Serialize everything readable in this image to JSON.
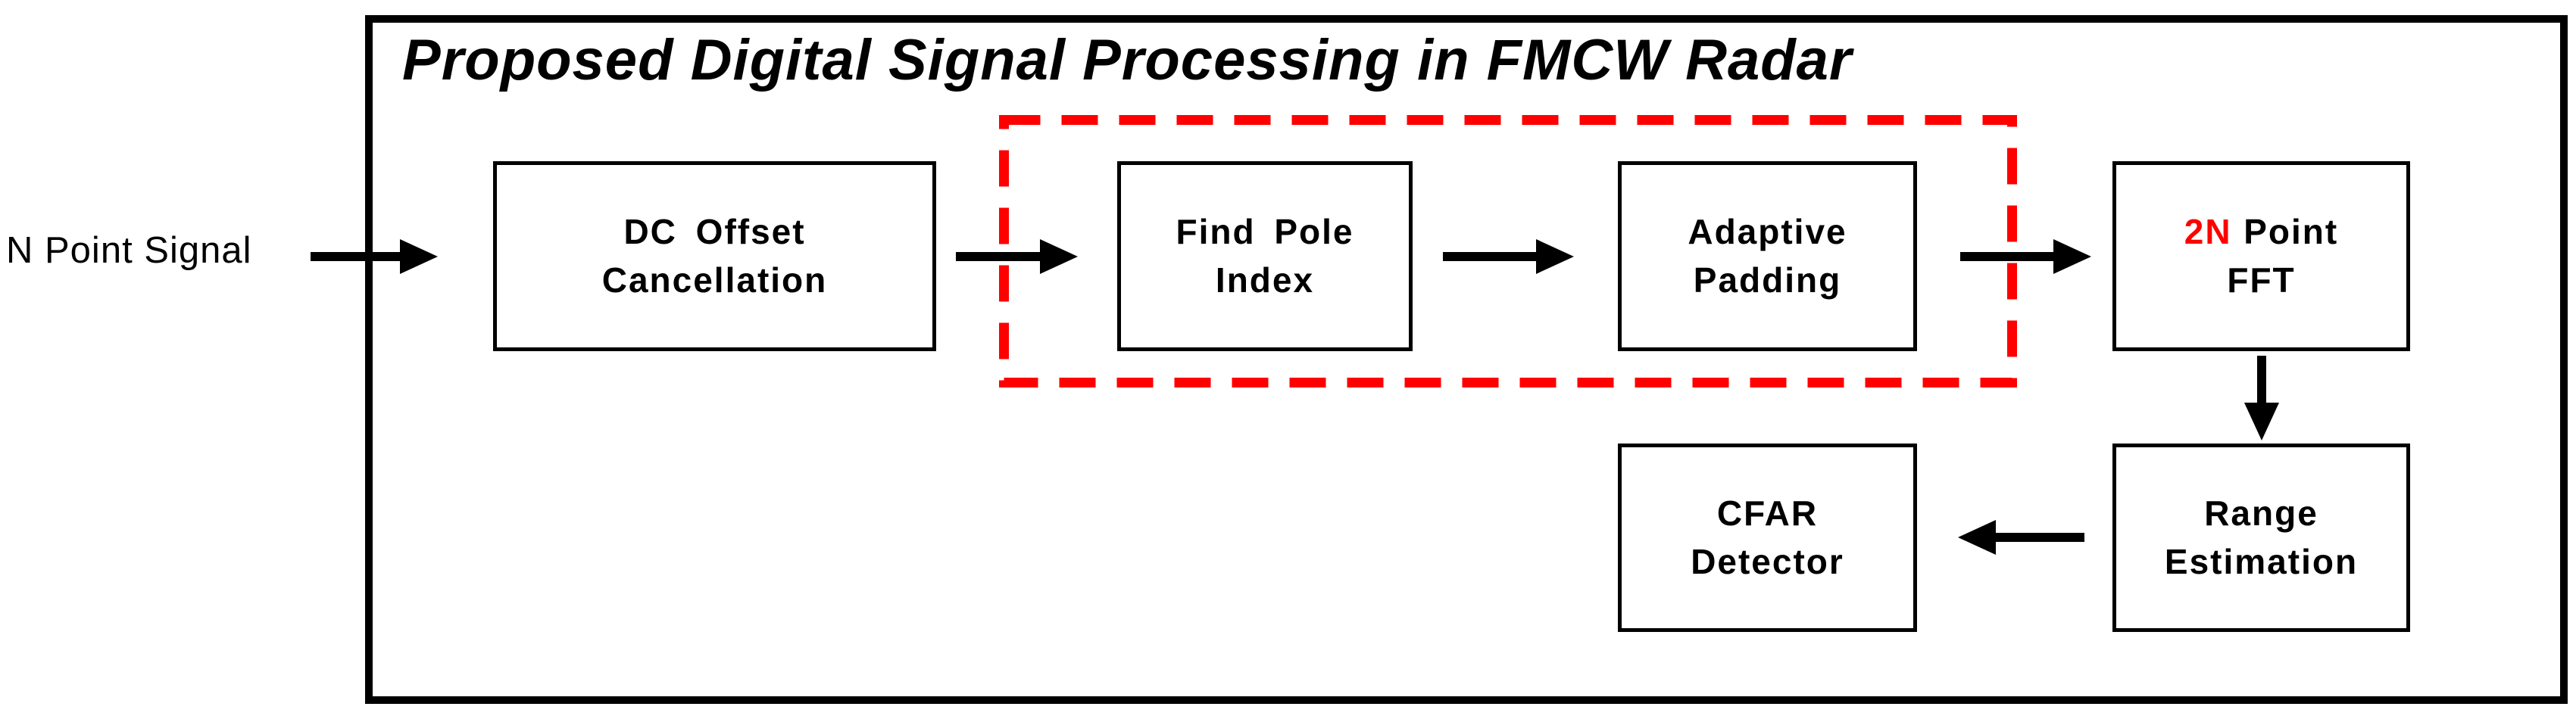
{
  "title": "Proposed Digital Signal Processing in FMCW Radar",
  "input_label": "N Point Signal",
  "colors": {
    "ink": "#000000",
    "accent_red": "#ff0000",
    "background": "#ffffff"
  },
  "blocks": {
    "dc_offset": {
      "line1": "DC Offset",
      "line2": "Cancellation"
    },
    "find_pole": {
      "line1": "Find Pole",
      "line2": "Index"
    },
    "adaptive_padding": {
      "line1": "Adaptive",
      "line2": "Padding"
    },
    "fft_2n": {
      "line1_highlight": "2N",
      "line1_rest": "Point",
      "line2": "FFT"
    },
    "cfar": {
      "line1": "CFAR",
      "line2": "Detector"
    },
    "range": {
      "line1": "Range",
      "line2": "Estimation"
    }
  },
  "flow": {
    "arrows": [
      {
        "name": "input-to-dc-offset",
        "direction": "right"
      },
      {
        "name": "dc-offset-to-find-pole",
        "direction": "right"
      },
      {
        "name": "find-pole-to-adaptive-padding",
        "direction": "right"
      },
      {
        "name": "adaptive-padding-to-2n-fft",
        "direction": "right"
      },
      {
        "name": "2n-fft-to-range-estimation",
        "direction": "down"
      },
      {
        "name": "range-estimation-to-cfar",
        "direction": "left"
      }
    ],
    "highlighted_region_blocks": [
      "Find Pole Index",
      "Adaptive Padding"
    ]
  }
}
